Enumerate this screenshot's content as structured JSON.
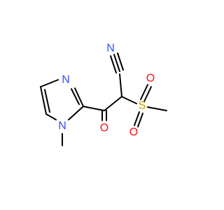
{
  "molecule": {
    "atoms": {
      "nitrile_n": "N",
      "imidazole_n3": "N",
      "imidazole_n1": "N",
      "carbonyl_o": "O",
      "sulfur": "S",
      "sulfonyl_o1": "O",
      "sulfonyl_o2": "O"
    },
    "colors": {
      "nitrogen": "#3050F8",
      "oxygen": "#FF0D0D",
      "sulfur": "#C8A000",
      "bond": "#000000"
    }
  }
}
